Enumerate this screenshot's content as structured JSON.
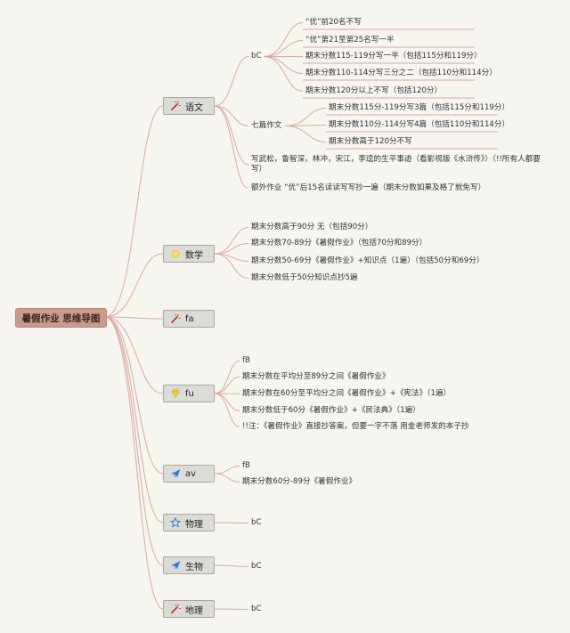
{
  "root": {
    "label": "暑假作业 思维导图"
  },
  "branches": [
    {
      "label": "语文",
      "icon": "wand-icon",
      "children": [
        {
          "label": "bC",
          "children": [
            "“优”前20名不写",
            "“优”第21至第25名写一半",
            "期末分数115-119分写一半（包括115分和119分）",
            "期末分数110-114分写三分之二（包括110分和114分）",
            "期末分数120分以上不写（包括120分）"
          ]
        },
        {
          "label": "七篇作文",
          "children": [
            "期末分数115分-119分写3篇（包括115分和119分）",
            "期末分数110分-114分写4篇（包括110分和114分）",
            "期末分数高于120分不写"
          ]
        },
        {
          "label": "写武松，鲁智深，林冲，宋江，李逵的生平事迹（看影视版《水浒传》）（!!所有人都要写）",
          "children": []
        },
        {
          "label": "额外作业 “优”后15名读读写写抄一遍（期末分数如果及格了就免写）",
          "children": []
        }
      ]
    },
    {
      "label": "数学",
      "icon": "sun-icon",
      "children": [
        {
          "label": "期末分数高于90分 无（包括90分）",
          "children": []
        },
        {
          "label": "期末分数70-89分《暑假作业》（包括70分和89分）",
          "children": []
        },
        {
          "label": "期末分数50-69分《暑假作业》+知识点（1遍）（包括50分和69分）",
          "children": []
        },
        {
          "label": "期末分数低于50分知识点抄5遍",
          "children": []
        }
      ]
    },
    {
      "label": "fa",
      "icon": "wand-icon",
      "children": []
    },
    {
      "label": "fu",
      "icon": "gem-icon",
      "children": [
        {
          "label": "fB",
          "children": []
        },
        {
          "label": "期末分数在平均分至89分之间《暑假作业》",
          "children": []
        },
        {
          "label": "期末分数在60分至平均分之间《暑假作业》+《宪法》（1遍）",
          "children": []
        },
        {
          "label": "期末分数低于60分《暑假作业》+《民法典》（1遍）",
          "children": []
        },
        {
          "label": "!!注：《暑假作业》直接抄答案，但要一字不落 用金老师发的本子抄",
          "children": []
        }
      ]
    },
    {
      "label": "av",
      "icon": "paper-plane-icon",
      "children": [
        {
          "label": "fB",
          "children": []
        },
        {
          "label": "期末分数60分-89分《暑假作业》",
          "children": []
        }
      ]
    },
    {
      "label": "物理",
      "icon": "star-icon",
      "children": [
        {
          "label": "bC",
          "children": []
        }
      ]
    },
    {
      "label": "生物",
      "icon": "paper-plane-icon",
      "children": [
        {
          "label": "bC",
          "children": []
        }
      ]
    },
    {
      "label": "地理",
      "icon": "wand-icon",
      "children": [
        {
          "label": "bC",
          "children": []
        }
      ]
    }
  ],
  "colors": {
    "background": "#f6f5f0",
    "root_fill": "#c99a8e",
    "node_fill": "#dcdcd6",
    "connector": "#d9aaa0",
    "wand_icon": "#c0392b",
    "sun_icon": "#f2c94c",
    "gem_icon": "#f2c94c",
    "plane_icon": "#2f80ed",
    "star_icon": "#2f80ed"
  }
}
